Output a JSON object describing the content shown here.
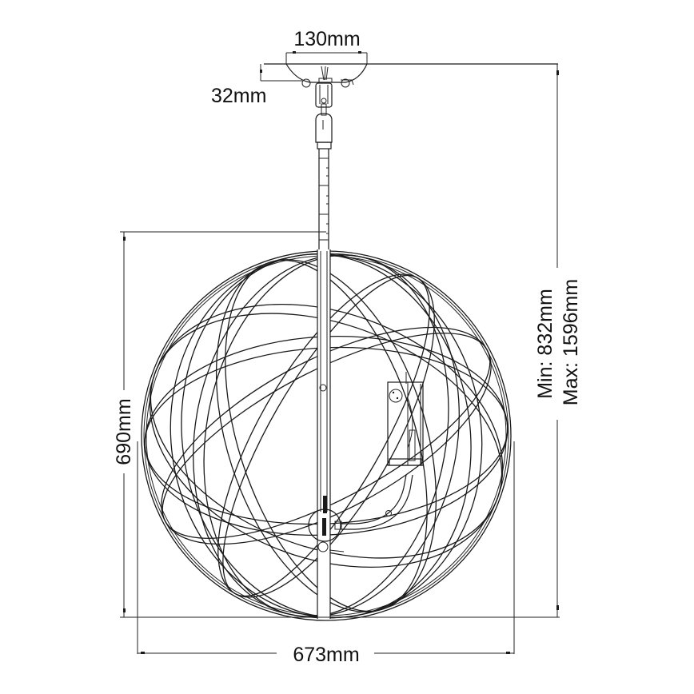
{
  "drawing": {
    "subject": "Orb pendant light technical dimension drawing",
    "colors": {
      "line": "#1a1a1a",
      "background": "#ffffff"
    }
  },
  "dimensions": {
    "canopy_width": {
      "label": "130mm",
      "value_mm": 130
    },
    "canopy_height": {
      "label": "32mm",
      "value_mm": 32
    },
    "body_height": {
      "label": "690mm",
      "value_mm": 690
    },
    "body_width": {
      "label": "673mm",
      "value_mm": 673
    },
    "overall_height_min": {
      "label": "Min: 832mm",
      "value_mm": 832
    },
    "overall_height_max": {
      "label": "Max: 1596mm",
      "value_mm": 1596
    }
  }
}
